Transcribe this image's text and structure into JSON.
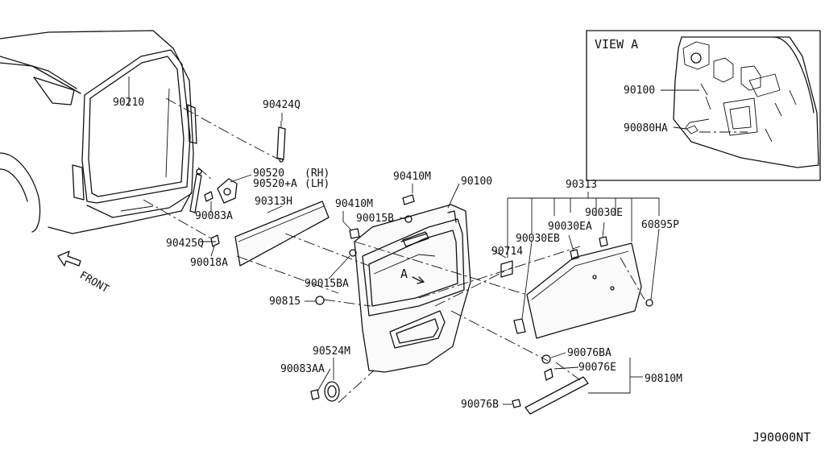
{
  "view_a": {
    "title": "VIEW A",
    "part_panel": "90100",
    "part_clip": "90080HA"
  },
  "labels": {
    "p90210": "90210",
    "p90424Q": "90424Q",
    "p90520": "90520",
    "p90520_suffix_rh": "(RH)",
    "p90520A": "90520+A",
    "p90520A_suffix_lh": "(LH)",
    "p90083A": "90083A",
    "p90313H": "90313H",
    "p90425Q": "90425Q",
    "p90018A": "90018A",
    "p90410M_top": "90410M",
    "p90100": "90100",
    "p90313": "90313",
    "p90410M_left": "90410M",
    "p90015B": "90015B",
    "p90030E": "90030E",
    "p90030EA": "90030EA",
    "p60895P": "60895P",
    "p90030EB": "90030EB",
    "p90714": "90714",
    "p90015BA": "90015BA",
    "p90815": "90815",
    "p90524M": "90524M",
    "p90076BA": "90076BA",
    "p90076E": "90076E",
    "p90810M": "90810M",
    "p90083AA": "90083AA",
    "p90076B": "90076B",
    "view_marker": "A",
    "front": "FRONT",
    "diagram_id": "J90000NT"
  }
}
